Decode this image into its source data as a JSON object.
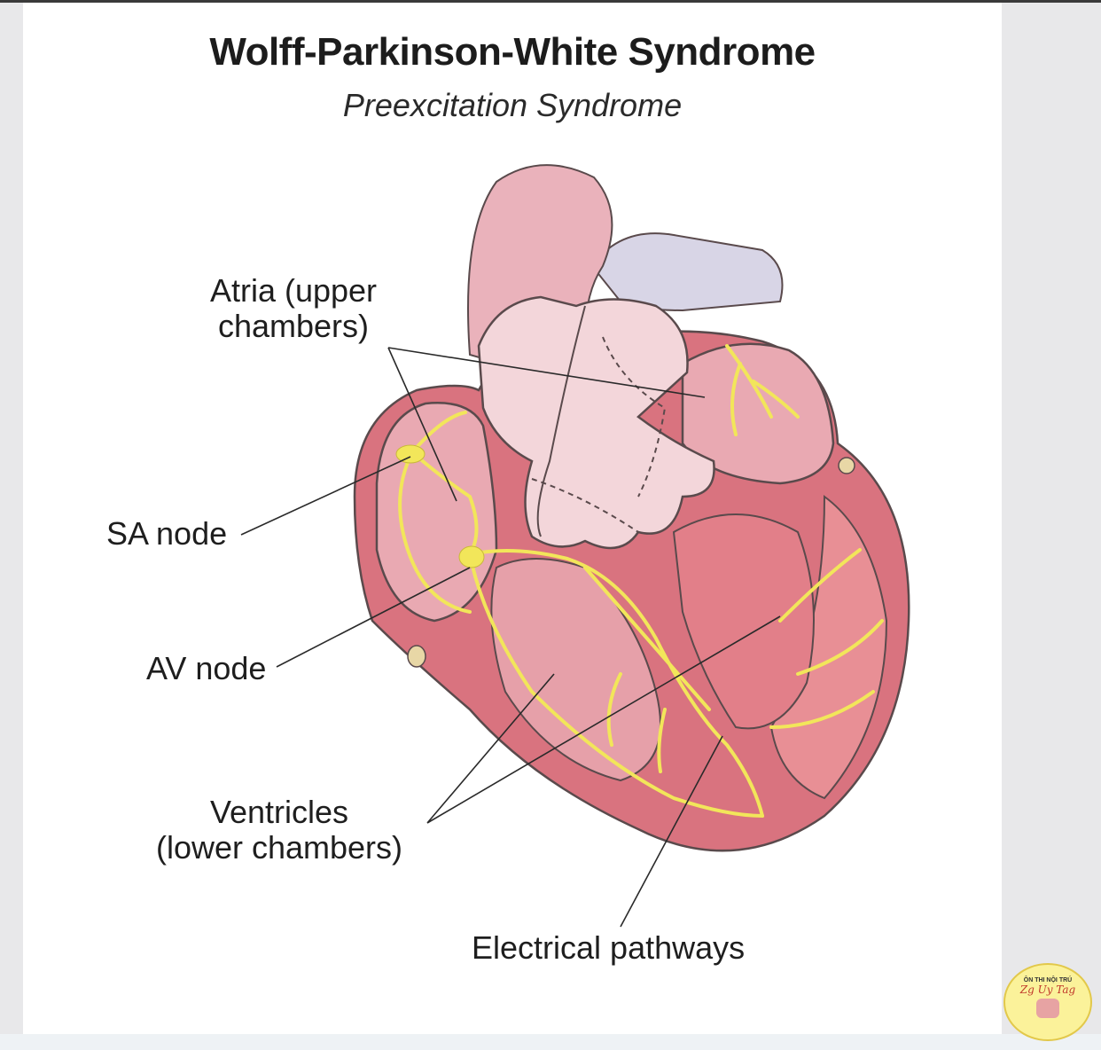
{
  "title": "Wolff-Parkinson-White Syndrome",
  "subtitle": "Preexcitation Syndrome",
  "labels": {
    "atria_line1": "Atria (upper",
    "atria_line2": "chambers)",
    "sa_node": "SA node",
    "av_node": "AV node",
    "ventricles_line1": "Ventricles",
    "ventricles_line2": "(lower chambers)",
    "electrical_pathways": "Electrical pathways"
  },
  "logo": {
    "top_text": "ÔN THI NỘI TRÚ",
    "script_text": "Zg Uy Tag"
  },
  "colors": {
    "myocardium": "#d9737f",
    "chamber_inner": "#e9a9b2",
    "aorta": "#eab2bb",
    "vein": "#d8d5e6",
    "conduction": "#f2e65a",
    "outline": "#5a4a4c"
  }
}
